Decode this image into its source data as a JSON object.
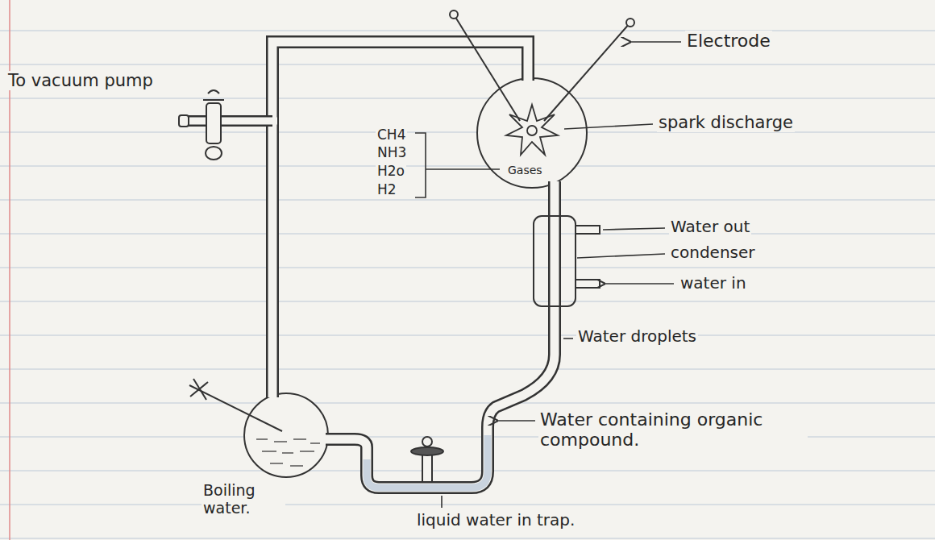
{
  "diagram": {
    "labels": [
      "To vacuum pump",
      "Electrode",
      "spark discharge",
      "CH4",
      "NH3",
      "H2o",
      "H2",
      "Gases",
      "Water out",
      "condenser",
      "water in",
      "Water droplets",
      "Water containing organic compound.",
      "Boiling water.",
      "liquid water in trap."
    ]
  }
}
